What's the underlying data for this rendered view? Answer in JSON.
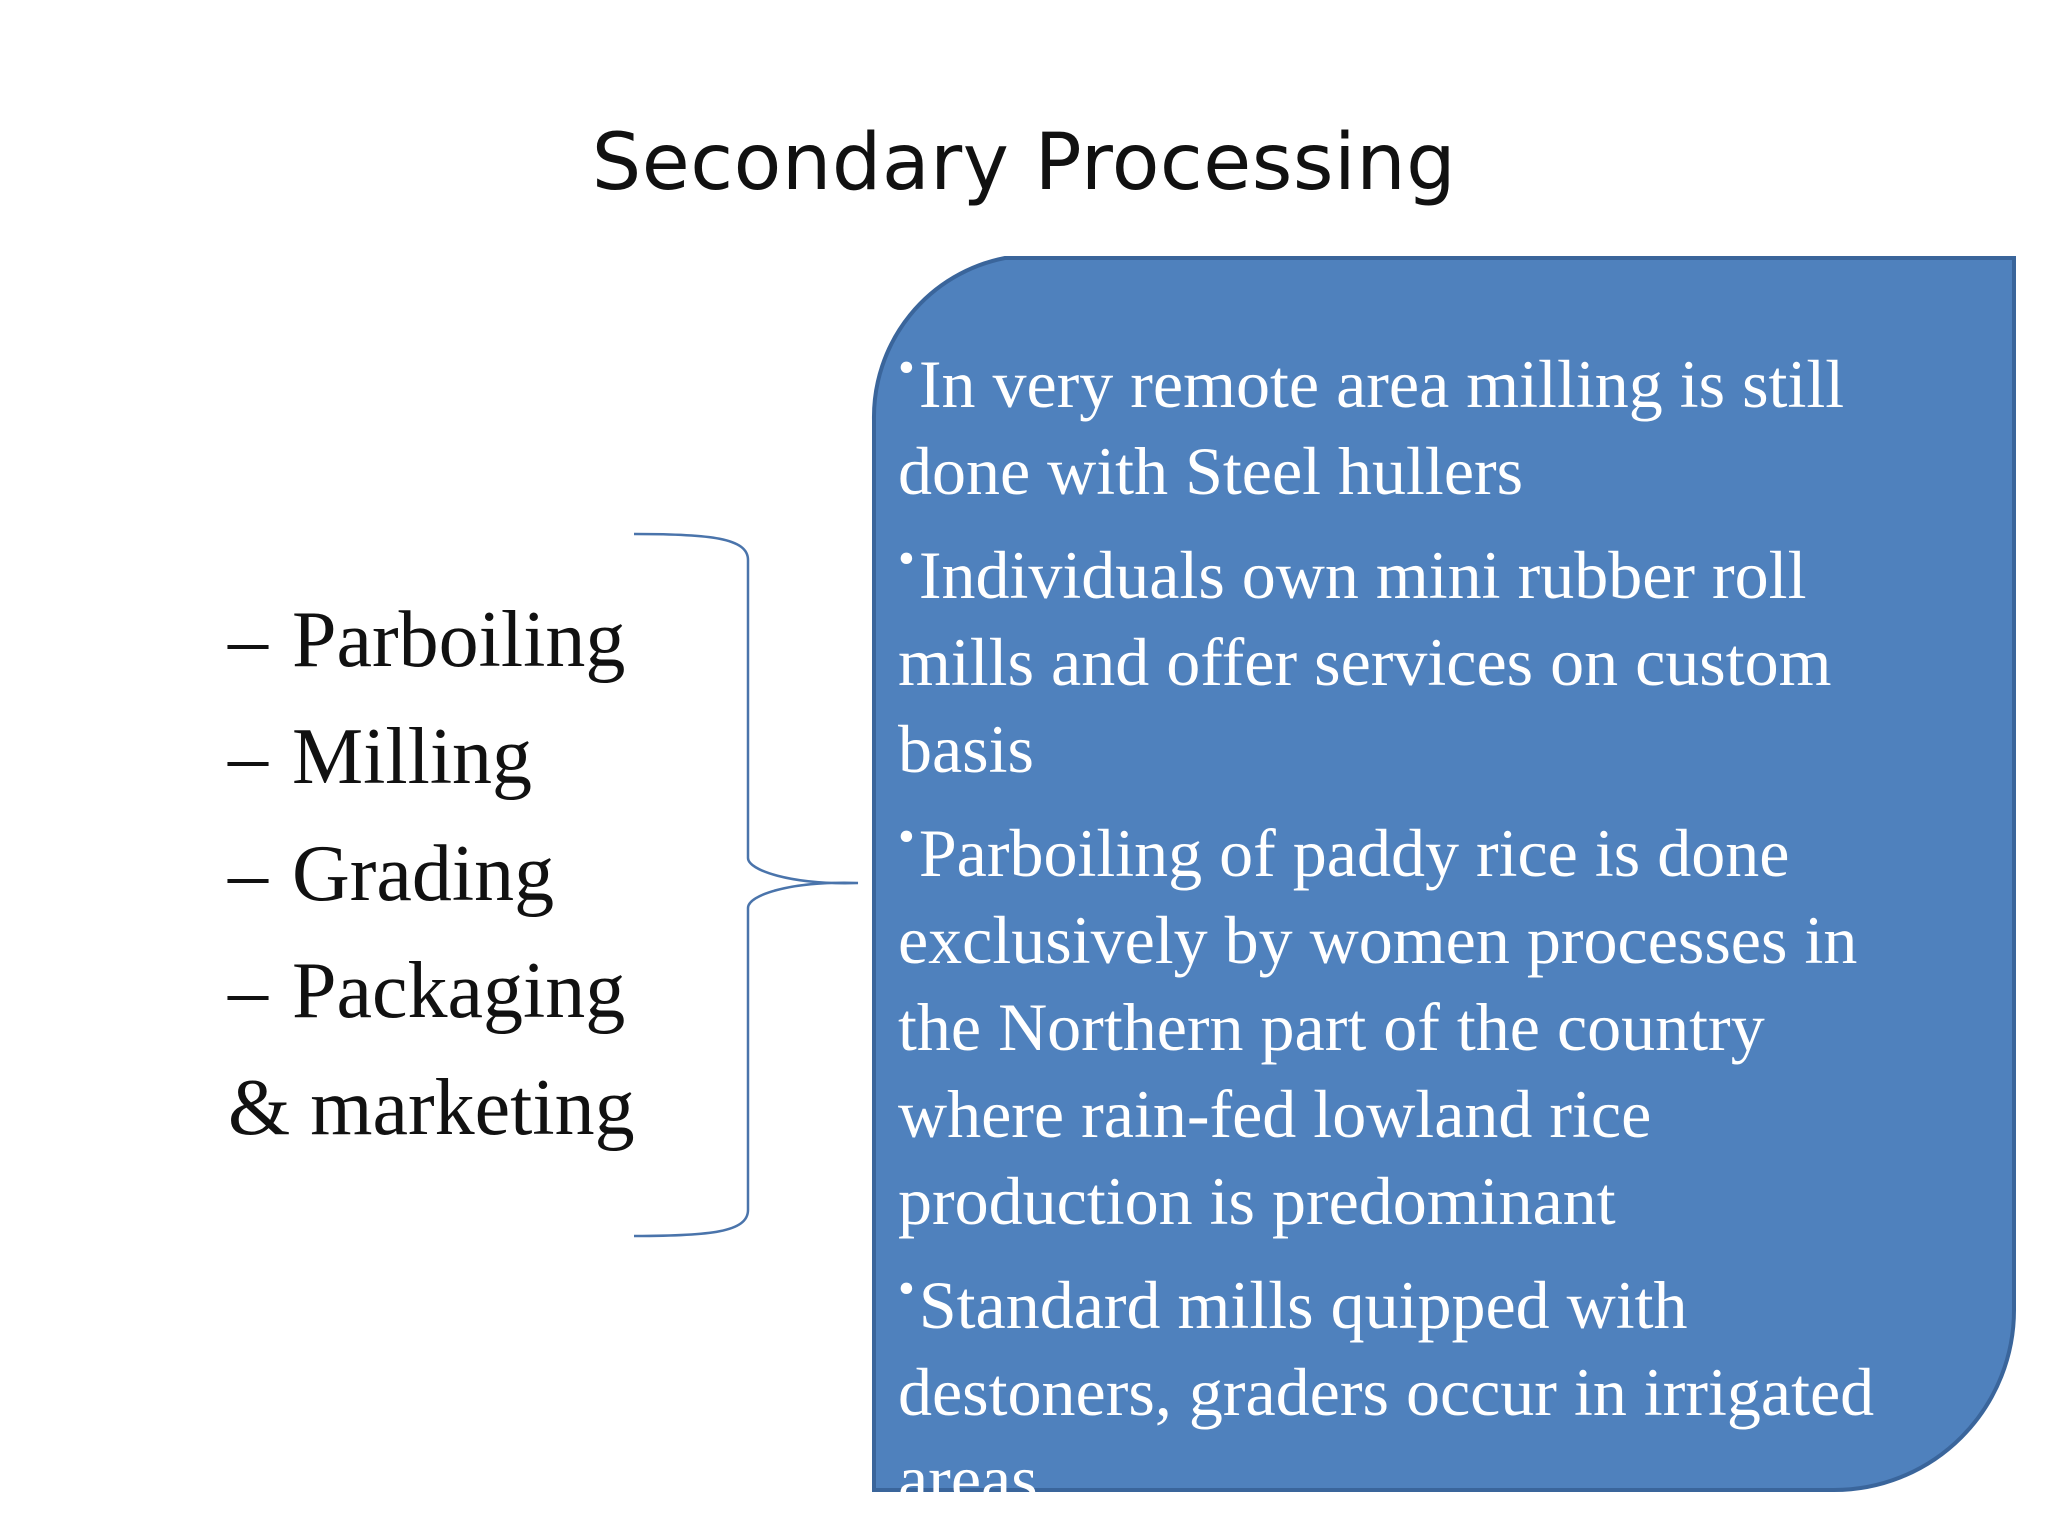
{
  "slide": {
    "title": "Secondary Processing",
    "steps": [
      {
        "marker": "–",
        "label": "Parboiling"
      },
      {
        "marker": "–",
        "label": "Milling"
      },
      {
        "marker": "–",
        "label": "Grading"
      },
      {
        "marker": "–",
        "label": "Packaging"
      },
      {
        "marker": "",
        "label": "& marketing"
      }
    ],
    "bullets": [
      "In very remote area milling is still done with Steel hullers",
      "Individuals own mini rubber roll mills and offer services on custom basis",
      "Parboiling of paddy rice is done exclusively by women processes in the Northern part of the country where rain-fed lowland rice production is predominant",
      "Standard mills quipped with destoners, graders occur in irrigated areas"
    ],
    "bullet_marker": "•"
  },
  "colors": {
    "panel_fill": "#4f81bd",
    "panel_border": "#3a659b",
    "brace_stroke": "#4a74ab",
    "text_dark": "#111111",
    "text_light": "#ffffff"
  }
}
